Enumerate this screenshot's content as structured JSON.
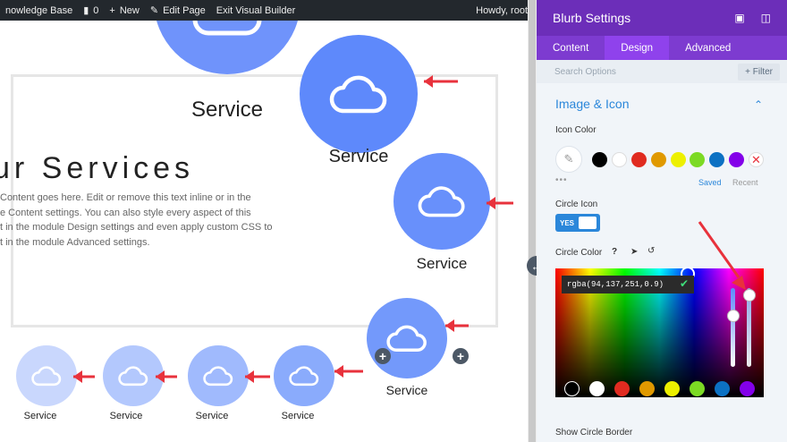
{
  "admin_bar": {
    "site_label": "nowledge Base",
    "comments_count": "0",
    "new_label": "New",
    "edit_page_label": "Edit Page",
    "exit_builder_label": "Exit Visual Builder",
    "howdy_label": "Howdy, root"
  },
  "canvas": {
    "heading": "ur Services",
    "body_lines": [
      "Content goes here. Edit or remove this text inline or in the",
      "e Content settings. You can also style every aspect of this",
      "t in the module Design settings and even apply custom CSS to",
      "t in the module Advanced settings."
    ],
    "service_label": "Service"
  },
  "panel": {
    "title": "Blurb Settings",
    "tabs": [
      {
        "label": "Content",
        "active": false
      },
      {
        "label": "Design",
        "active": true
      },
      {
        "label": "Advanced",
        "active": false
      }
    ],
    "search_placeholder": "Search Options",
    "filter_label": "+ Filter",
    "section_title": "Image & Icon",
    "icon_color_label": "Icon Color",
    "saved_label": "Saved",
    "recent_label": "Recent",
    "circle_icon_label": "Circle Icon",
    "toggle_label": "YES",
    "circle_color_label": "Circle Color",
    "rgba_value": "rgba(94,137,251,0.9)",
    "show_circle_border_label": "Show Circle Border"
  },
  "colors": {
    "accent_purple": "#6c2eb9",
    "circle_blue": "#5e89fb",
    "link_blue": "#2b87da",
    "arrow_red": "#e8323c"
  },
  "swatches": [
    "#000000",
    "#ffffff",
    "#e02b20",
    "#e09900",
    "#edf000",
    "#7cda24",
    "#0c71c3",
    "#8300e9"
  ]
}
